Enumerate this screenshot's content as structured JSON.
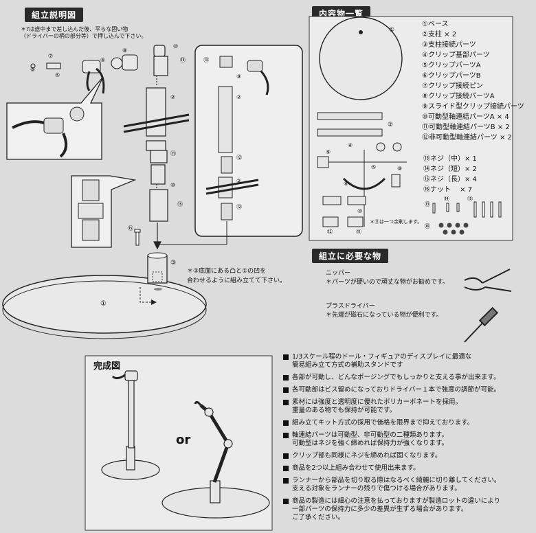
{
  "titles": {
    "assembly": "組立説明図",
    "contents": "内容物一覧",
    "tools": "組立に必要な物",
    "complete": "完成図"
  },
  "top_note": {
    "line1": "＊?は途中まで差し込んだ後、平らな固い物",
    "line2": "（ドライバーの柄の部分等）で押し込んで下さい。"
  },
  "base_note": {
    "line1": "＊③底面にある凸と①の凹を",
    "line2": "合わせるように組み立てて下さい。"
  },
  "parts": [
    "①ベース",
    "②支柱 × 2",
    "③支柱接続パーツ",
    "④クリップ基部パーツ",
    "⑤クリップパーツA",
    "⑥クリップパーツB",
    "⑦クリップ接続ピン",
    "⑧クリップ接続パーツA",
    "⑨スライド型クリップ接続パーツ",
    "⑩可動型軸連結パーツA × 4",
    "⑪可動型軸連結パーツB × 2",
    "⑫非可動型軸連結パーツ × 2"
  ],
  "screws": [
    "⑬ネジ（中）× 1",
    "⑭ネジ（短）× 2",
    "⑮ネジ（長）× 4",
    "⑯ナット　 × 7"
  ],
  "spare_note": "＊⑪は一つ余剰します。",
  "tools": {
    "nipper_title": "ニッパー",
    "nipper_desc": "＊パーツが硬いので頑丈な物がお勧めです。",
    "driver_title": "プラスドライバー",
    "driver_desc": "＊先端が磁石になっている物が便利です。"
  },
  "or_label": "or",
  "features": [
    [
      "1/3スケール程のドール・フィギュアのディスプレイに最適な",
      "簡易組み立て方式の補助スタンドです"
    ],
    [
      "各部が可動し、どんなポージングでもしっかりと支える事が出来ます。"
    ],
    [
      "各可動部はビス留めになっておりドライバー１本で強度の調節が可能。"
    ],
    [
      "素材には強度と透明度に優れたポリカーボネートを採用。",
      "重量のある物でも保持が可能です。"
    ],
    [
      "組み立てキット方式の採用で価格を限界まで抑えております。"
    ],
    [
      "軸連結パーツは可動型、非可動型の二種類あります。",
      "可動型はネジを強く締めれば保持力が強くなります。"
    ],
    [
      "クリップ部も同様にネジを締めれば固くなります。"
    ],
    [
      "商品を2つ以上組み合わせて使用出来ます。"
    ],
    [
      "ランナーから部品を切り取る際はなるべく綺麗に切り離してください。",
      "支える対象をランナーの残りで傷つける場合があります。"
    ],
    [
      "商品の製造には細心の注意を払っておりますが製造ロットの違いにより",
      "一部パーツの保持力に多少の差異が生ずる場合があります。",
      "ご了承ください。"
    ]
  ]
}
